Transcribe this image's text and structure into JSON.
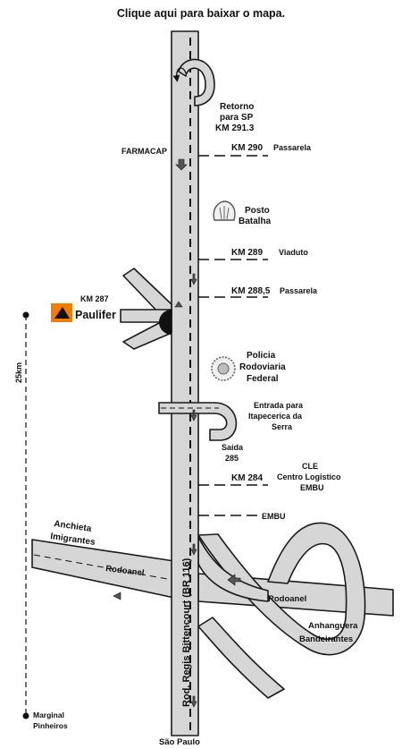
{
  "header": {
    "download_link": "Clique aqui para baixar o mapa."
  },
  "highway": {
    "name": "Rod. Regis Bittencourt (BR 116)"
  },
  "labels": {
    "retorno_1": "Retorno",
    "retorno_2": "para SP",
    "retorno_3": "KM 291.3",
    "farmacap": "FARMACAP",
    "km290": "KM 290",
    "km290_desc": "Passarela",
    "posto_1": "Posto",
    "posto_2": "Batalha",
    "km289": "KM 289",
    "km289_desc": "Viaduto",
    "km2885": "KM 288,5",
    "km2885_desc": "Passarela",
    "km287": "KM 287",
    "paulifer": "Paulifer",
    "policia_1": "Policia",
    "policia_2": "Rodoviaria",
    "policia_3": "Federal",
    "entrada_1": "Entrada para",
    "entrada_2": "Itapecerica da",
    "entrada_3": "Serra",
    "saida_1": "Saida",
    "saida_2": "285",
    "km284": "KM  284",
    "cle_1": "CLE",
    "cle_2": "Centro Logistico",
    "cle_3": "EMBU",
    "embu": "EMBU",
    "anchieta_1": "Anchieta",
    "anchieta_2": "Imigrantes",
    "rodoanel_left": "Rodoanel",
    "rodoanel_right": "Rodoanel",
    "anhanguera_1": "Anhanguera",
    "anhanguera_2": "Bandeirantes",
    "sao_paulo": "São Paulo",
    "marginal_1": "Marginal",
    "marginal_2": "Pinheiros",
    "distance": "25km"
  }
}
